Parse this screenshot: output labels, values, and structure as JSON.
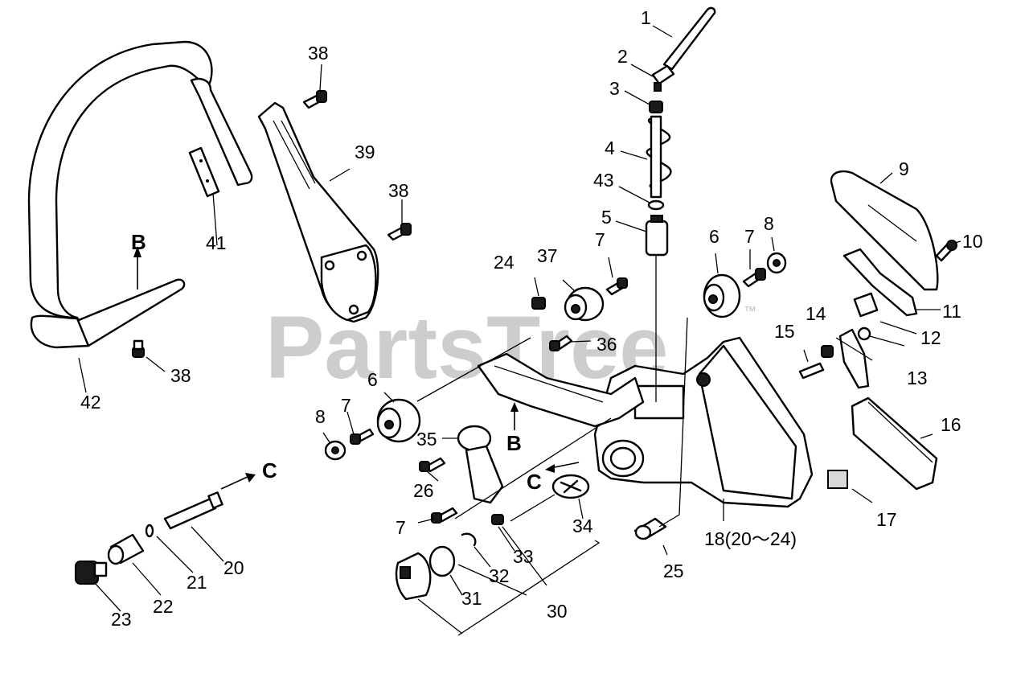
{
  "watermark": {
    "text": "PartsTree",
    "trademark": "™"
  },
  "callouts": {
    "c1": "1",
    "c2": "2",
    "c3": "3",
    "c4": "4",
    "c43": "43",
    "c5": "5",
    "c6a": "6",
    "c6b": "6",
    "c7a": "7",
    "c7b": "7",
    "c7c": "7",
    "c7d": "7",
    "c8a": "8",
    "c8b": "8",
    "c9": "9",
    "c10": "10",
    "c11": "11",
    "c12": "12",
    "c13": "13",
    "c14": "14",
    "c15": "15",
    "c16": "16",
    "c17": "17",
    "c18": "18(20～24)",
    "c20": "20",
    "c21": "21",
    "c22": "22",
    "c23": "23",
    "c24": "24",
    "c25": "25",
    "c26": "26",
    "c30": "30",
    "c31": "31",
    "c32": "32",
    "c33": "33",
    "c34": "34",
    "c35": "35",
    "c36": "36",
    "c37": "37",
    "c38a": "38",
    "c38b": "38",
    "c38c": "38",
    "c39": "39",
    "c41": "41",
    "c42": "42"
  },
  "view_markers": {
    "b1": "B",
    "b2": "B",
    "c1": "C",
    "c2": "C"
  }
}
